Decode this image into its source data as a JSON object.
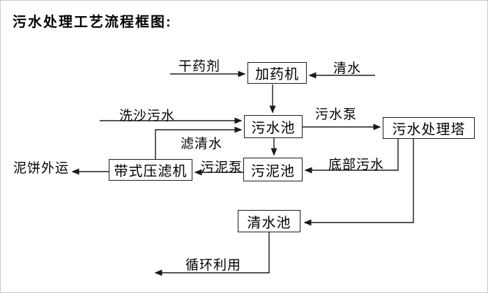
{
  "page": {
    "title": "污水处理工艺流程框图:"
  },
  "diagram": {
    "nodes": {
      "dosing_machine": "加药机",
      "sewage_pool": "污水池",
      "treatment_tower": "污水处理塔",
      "sludge_pool": "污泥池",
      "belt_filter_press": "带式压滤机",
      "clean_water_pool": "清水池"
    },
    "flow_labels": {
      "dry_agent": "干药剂",
      "clean_water": "清水",
      "sand_washing_sewage": "洗沙污水",
      "sewage_pump": "污水泵",
      "filtered_water": "滤清水",
      "sludge_pump": "污泥泵",
      "bottom_sewage": "底部污水",
      "mud_cake_shipment": "泥饼外运",
      "recycling_use": "循环利用"
    },
    "colors": {
      "line": "#1a1a1a",
      "text": "#000000",
      "background": "#ffffff"
    }
  }
}
